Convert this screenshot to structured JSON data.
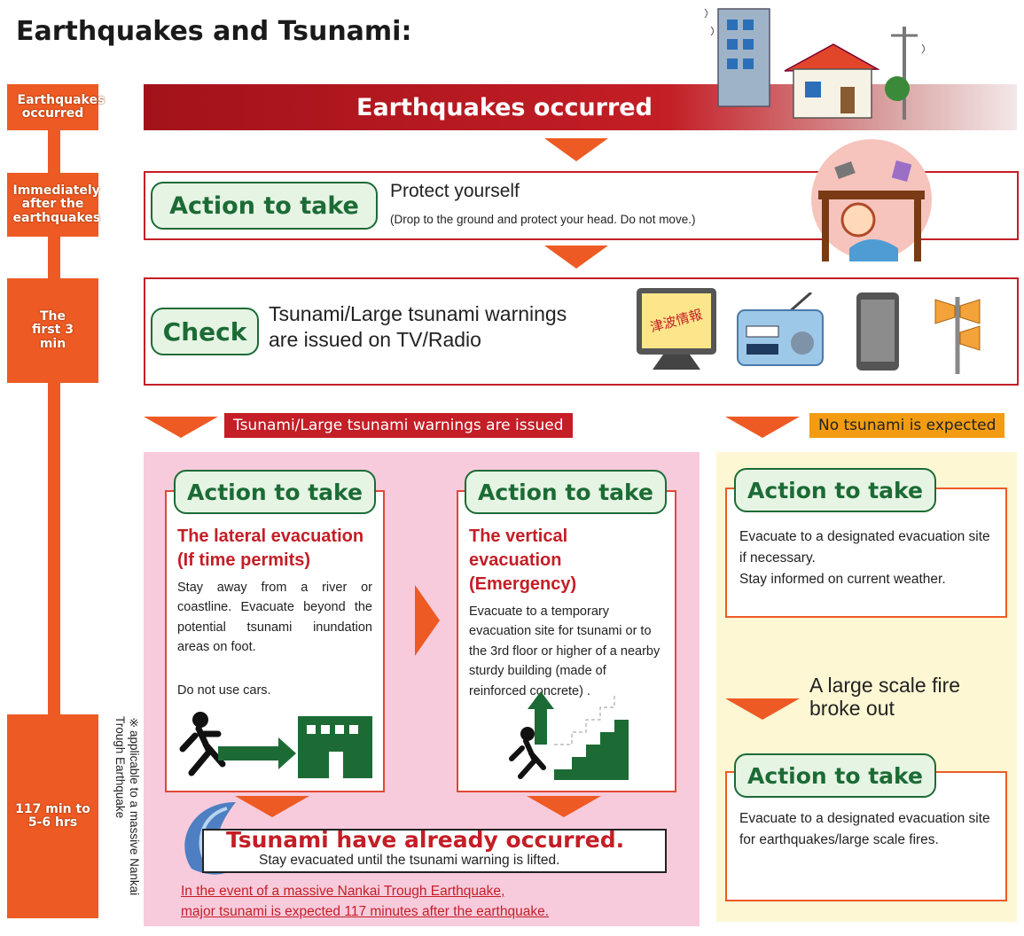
{
  "title": "Earthquakes and Tsunami:",
  "timeline": {
    "earthquakes_occurred": "Earthquakes occurred",
    "immediately_after": "Immediately after the earthquakes",
    "first_3min": "The first 3 min",
    "later": "117 min to 5-6 hrs"
  },
  "banner": "Earthquakes occurred",
  "step1": {
    "action_label": "Action to take",
    "headline": "Protect yourself",
    "detail": "(Drop to the ground and protect your head. Do not move.)"
  },
  "step2": {
    "check_label": "Check",
    "text_line1": "Tsunami/Large tsunami warnings",
    "text_line2": "are issued on TV/Radio",
    "tv_screen_text": "津波情報"
  },
  "branches": {
    "warnings_issued": "Tsunami/Large tsunami warnings are issued",
    "no_tsunami": "No tsunami is expected"
  },
  "lateral": {
    "action_label": "Action to take",
    "heading_line1": "The lateral evacuation",
    "heading_line2": "(If time permits)",
    "text": "Stay away from a river or coastline. Evacuate beyond the potential tsunami inundation areas on foot.",
    "no_cars": "Do not use cars."
  },
  "vertical": {
    "action_label": "Action to take",
    "heading_line1": "The vertical evacuation",
    "heading_line2": "(Emergency)",
    "text": "Evacuate to a temporary evacuation site for tsunami or to the 3rd floor or higher of a nearby sturdy building (made of reinforced concrete) ."
  },
  "no_tsunami_card": {
    "action_label": "Action to take",
    "line1": "Evacuate to a designated evacuation site if necessary.",
    "line2": "Stay informed on current weather."
  },
  "fire": {
    "label_line1": "A large scale fire",
    "label_line2": "broke out",
    "action_label": "Action to take",
    "text": "Evacuate to a designated evacuation site for earthquakes/large scale fires."
  },
  "tsunami": {
    "headline": "Tsunami have already occurred.",
    "subtext": "Stay evacuated until the tsunami warning is lifted.",
    "note_line1": "In the event of a massive Nankai Trough Earthquake,",
    "note_line2": "major tsunami is expected 117 minutes after the earthquake."
  },
  "side_note": "※applicable to a massive Nankai Trough Earthquake",
  "colors": {
    "timeline_orange": "#ee5a24",
    "banner_red": "#c41e26",
    "action_green": "#1c6b35",
    "pink_bg": "#f8cbdc",
    "yellow_bg": "#fdf7d4",
    "no_tsunami_orange": "#f39c12"
  },
  "icons": [
    "building-house-quake-icon",
    "person-under-desk-icon",
    "tv-icon",
    "radio-icon",
    "smartphone-icon",
    "loudspeaker-icon",
    "running-person-icon",
    "building-icon",
    "stairs-icon",
    "wave-icon"
  ]
}
